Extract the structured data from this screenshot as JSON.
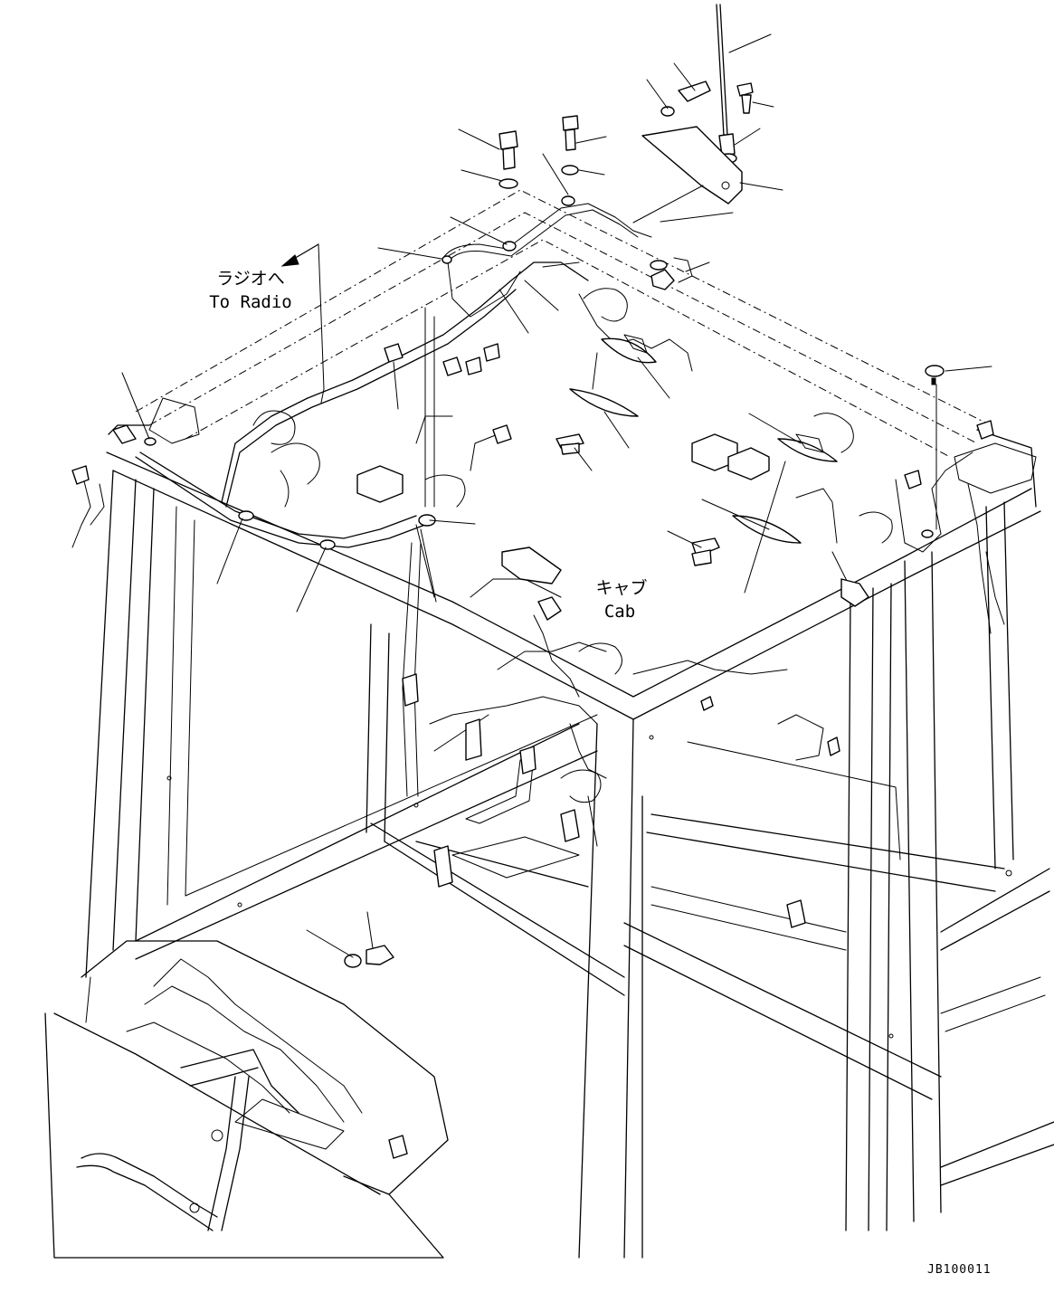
{
  "labels": {
    "to_radio_jp": "ラジオへ",
    "to_radio_en": "To Radio",
    "cab_jp": "キャブ",
    "cab_en": "Cab",
    "drawing_code": "JB100011"
  }
}
